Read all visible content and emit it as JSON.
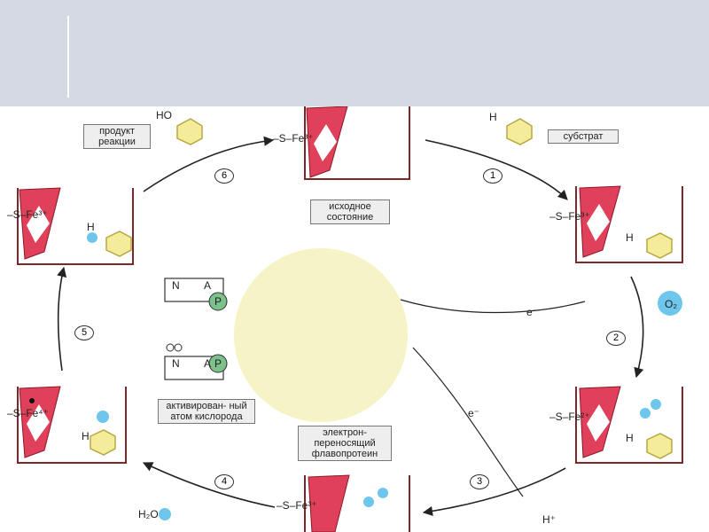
{
  "labels": {
    "product": "продукт реакции",
    "substrate": "субстрат",
    "initial_state": "исходное состояние",
    "activated_oxygen": "активирован- ный атом кислорода",
    "flavoprotein": "электрон- переносящий флавопротеин"
  },
  "chem": {
    "fe3": "–S–Fe³⁺",
    "fe2": "–S–Fe²⁺",
    "fe4": "–S–Fe⁴⁺",
    "oxygen": "O₂",
    "electron": "e⁻",
    "proton": "H⁺",
    "water": "H₂O",
    "hydroxyl": "HO",
    "hydrogen": "H",
    "reductase_n": "N",
    "reductase_a": "A",
    "reductase_p": "P"
  },
  "steps": [
    "1",
    "2",
    "3",
    "4",
    "5",
    "6"
  ],
  "colors": {
    "header": "#d5d9e4",
    "heme_red": "#e0405a",
    "substrate_yellow": "#f4ec9a",
    "flavoprotein_fill": "#f6f3c6",
    "oxygen_blue": "#6ec6ec",
    "phosphate_green": "#7cc08c"
  }
}
